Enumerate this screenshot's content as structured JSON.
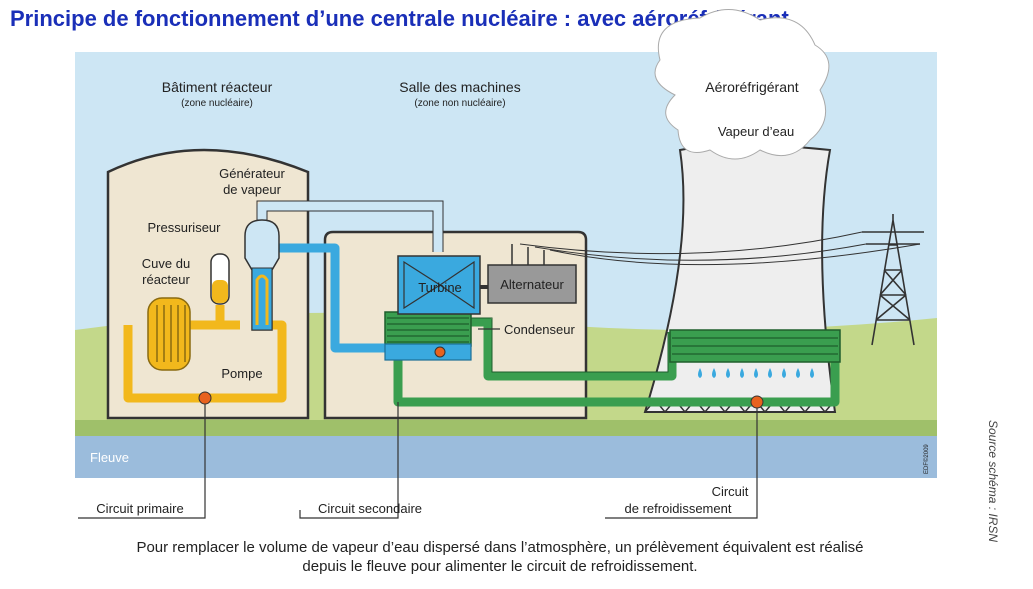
{
  "title": "Principe de fonctionnement d’une centrale nucléaire : avec aéroréfrigérant",
  "caption_line1": "Pour remplacer le volume de vapeur d’eau dispersé dans l’atmosphère, un prélèvement équivalent est réalisé",
  "caption_line2": "depuis le fleuve pour alimenter le circuit de refroidissement.",
  "source": "Source schéma : IRSN",
  "copyright": "EDF©2009",
  "labels": {
    "batiment_reacteur": "Bâtiment réacteur",
    "zone_nucleaire": "(zone nucléaire)",
    "salle_machines": "Salle des machines",
    "zone_non_nucleaire": "(zone non nucléaire)",
    "aerorefrigerant": "Aéroréfrigérant",
    "vapeur_eau": "Vapeur d’eau",
    "generateur_1": "Générateur",
    "generateur_2": "de vapeur",
    "pressuriseur": "Pressuriseur",
    "cuve_1": "Cuve du",
    "cuve_2": "réacteur",
    "pompe": "Pompe",
    "turbine": "Turbine",
    "alternateur": "Alternateur",
    "condenseur": "Condenseur",
    "fleuve": "Fleuve",
    "circuit_primaire": "Circuit primaire",
    "circuit_secondaire": "Circuit secondaire",
    "circuit_refroid_1": "Circuit",
    "circuit_refroid_2": "de refroidissement"
  },
  "colors": {
    "primary_circuit": "#f2b81c",
    "secondary_circuit": "#3aa9df",
    "cooling_circuit": "#3a9e4f",
    "pump": "#e8621e",
    "title": "#1a2fb8",
    "sky": "#cde6f4",
    "river": "#9bbcdc"
  }
}
